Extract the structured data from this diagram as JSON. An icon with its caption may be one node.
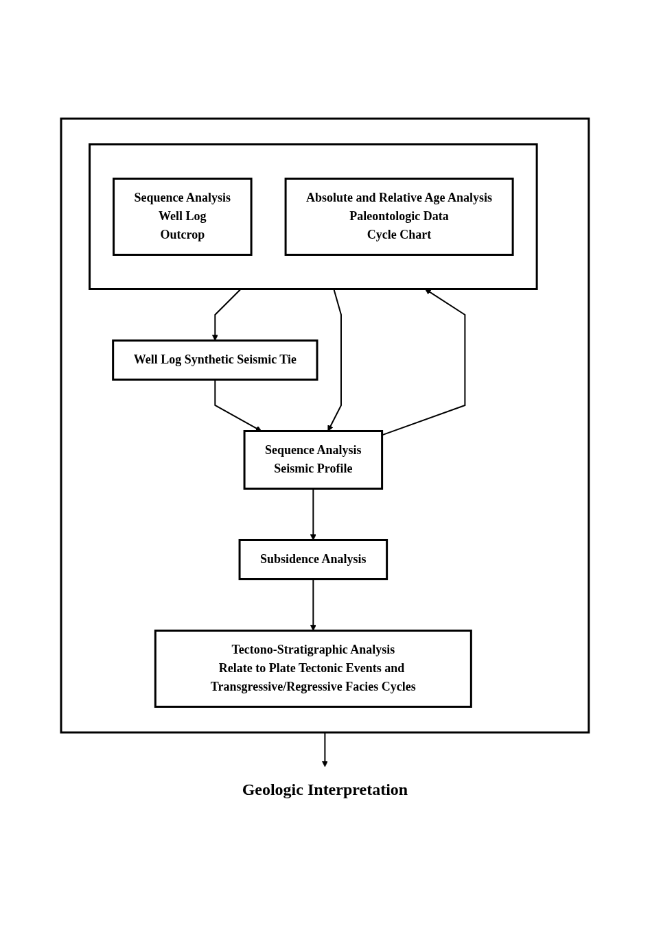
{
  "diagram": {
    "nodes": [
      {
        "text": [],
        "shape": "box"
      },
      {
        "text": [],
        "shape": "box",
        "in": 0
      },
      {
        "text": [
          "Sequence Analysis",
          "Well Log",
          "Outcrop"
        ],
        "in": 1
      },
      {
        "text": [
          "Absolute and Relative Age Analysis",
          "Paleontologic Data",
          "Cycle Chart"
        ],
        "in": 1
      },
      {
        "text": [
          "Well Log Synthetic Seismic Tie"
        ],
        "in": 0
      },
      {
        "text": [
          "Sequence Analysis",
          "Seismic Profile"
        ],
        "in": 0
      },
      {
        "text": [
          "Subsidence Analysis"
        ],
        "in": 0
      },
      {
        "text": [
          "Tectono-Stratigraphic Analysis",
          "Relate to Plate Tectonic Events and Transgressive/Regressive Facies Cycles"
        ],
        "in": 0
      },
      {
        "text": [
          "Geologic Interpretation"
        ]
      }
    ],
    "edges": [
      {
        "from": 1,
        "to": 5,
        "arrow": "to"
      },
      {
        "from": 1,
        "to": 4,
        "arrow": "to"
      },
      {
        "from": 4,
        "to": 5,
        "arrow": "to"
      },
      {
        "from": 5,
        "to": 1,
        "arrow": "to"
      },
      {
        "from": 5,
        "to": 6,
        "arrow": "to"
      },
      {
        "from": 6,
        "to": 7,
        "arrow": "to"
      },
      {
        "from": 0,
        "to": 8,
        "arrow": "to"
      }
    ]
  }
}
